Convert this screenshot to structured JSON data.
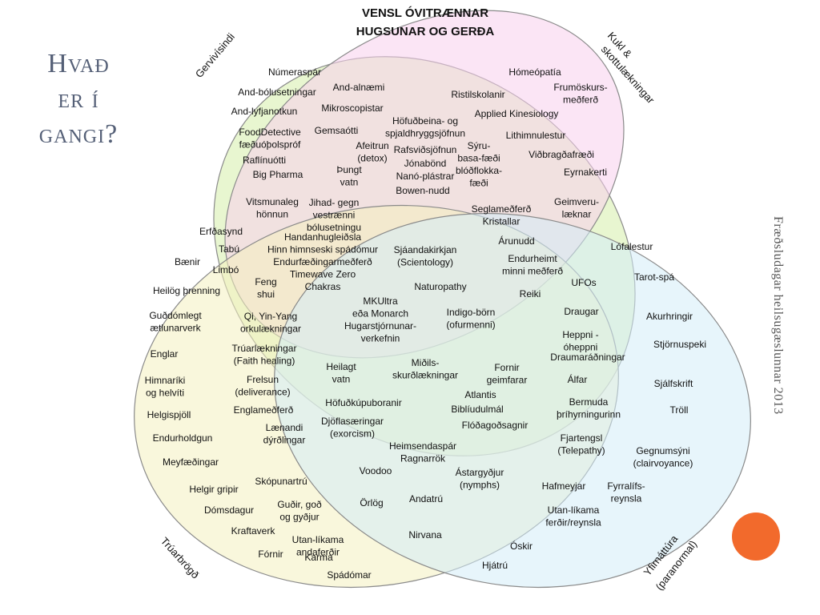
{
  "slide_title_lines": [
    "Hvað",
    "er í",
    "gangi?"
  ],
  "vertical_footer": "Fræðsludagar heilsugæslunnar 2013",
  "diagram_title_lines": [
    "VENSL ÓVITRÆNNAR",
    "HUGSUNAR OG GERÐA"
  ],
  "set_labels": {
    "gervivisindi": "Gervivísindi",
    "kukl_line1": "Kukl &",
    "kukl_line2": "skottulækningar",
    "truarbrogd": "Trúarbrögð",
    "yfirnattura_line1": "Yfirnáttúra",
    "yfirnattura_line2": "(paranormal)"
  },
  "items": [
    {
      "lines": [
        "Númeraspár"
      ]
    },
    {
      "lines": [
        "And-bólusetningar"
      ]
    },
    {
      "lines": [
        "And-alnæmi"
      ]
    },
    {
      "lines": [
        "Mikroscopistar"
      ]
    },
    {
      "lines": [
        "And-lyfjanotkun"
      ]
    },
    {
      "lines": [
        "FoodDetective",
        "fæðuóþolspróf"
      ]
    },
    {
      "lines": [
        "Gemsaótti"
      ]
    },
    {
      "lines": [
        "Raflínuótti"
      ]
    },
    {
      "lines": [
        "Big Pharma"
      ]
    },
    {
      "lines": [
        "Afeitrun",
        "(detox)"
      ]
    },
    {
      "lines": [
        "Þungt",
        "vatn"
      ]
    },
    {
      "lines": [
        "Höfuðbeina- og",
        "spjaldhryggsjöfnun"
      ]
    },
    {
      "lines": [
        "Rafsviðsjöfnun"
      ]
    },
    {
      "lines": [
        "Jónabönd"
      ]
    },
    {
      "lines": [
        "Nanó-plástrar"
      ]
    },
    {
      "lines": [
        "Bowen-nudd"
      ]
    },
    {
      "lines": [
        "Sýru-",
        "basa-fæði",
        "blóðflokka-",
        "fæði"
      ]
    },
    {
      "lines": [
        "Hómeópatía"
      ]
    },
    {
      "lines": [
        "Ristilskolanir"
      ]
    },
    {
      "lines": [
        "Frumöskurs-",
        "meðferð"
      ]
    },
    {
      "lines": [
        "Applied Kinesiology"
      ]
    },
    {
      "lines": [
        "Lithimnulestur"
      ]
    },
    {
      "lines": [
        "Viðbragðafræði"
      ]
    },
    {
      "lines": [
        "Eyrnakerti"
      ]
    },
    {
      "lines": [
        "Geimveru-",
        "læknar"
      ]
    },
    {
      "lines": [
        "Seglameðferð",
        "Kristallar"
      ]
    },
    {
      "lines": [
        "Vitsmunaleg",
        "hönnun"
      ]
    },
    {
      "lines": [
        "Jihad- gegn",
        "vestrænni",
        "bólusetningu"
      ]
    },
    {
      "lines": [
        "Handanhugleiðsla",
        "Hinn himnseski spádómur",
        "Endurfæðingarmeðferð",
        "Timewave Zero",
        "Chakras"
      ]
    },
    {
      "lines": [
        "Sjáandakirkjan",
        "(Scientology)"
      ]
    },
    {
      "lines": [
        "Árunudd"
      ]
    },
    {
      "lines": [
        "Endurheimt",
        "minni meðferð"
      ]
    },
    {
      "lines": [
        "Naturopathy"
      ]
    },
    {
      "lines": [
        "Reiki"
      ]
    },
    {
      "lines": [
        "UFOs"
      ]
    },
    {
      "lines": [
        "MKUltra",
        "eða Monarch",
        "Hugarstjórnunar-",
        "verkefnin"
      ]
    },
    {
      "lines": [
        "Indigo-börn",
        "(ofurmenni)"
      ]
    },
    {
      "lines": [
        "Miðils-",
        "skurðlækningar"
      ]
    },
    {
      "lines": [
        "Erfðasynd"
      ]
    },
    {
      "lines": [
        "Tabú"
      ]
    },
    {
      "lines": [
        "Bænir"
      ]
    },
    {
      "lines": [
        "Limbó"
      ]
    },
    {
      "lines": [
        "Heilög þrenning"
      ]
    },
    {
      "lines": [
        "Feng",
        "shui"
      ]
    },
    {
      "lines": [
        "Guðdómlegt",
        "ætlunarverk"
      ]
    },
    {
      "lines": [
        "Qi, Yin-Yang",
        "orkulækningar"
      ]
    },
    {
      "lines": [
        "Englar"
      ]
    },
    {
      "lines": [
        "Trúarlækningar",
        "(Faith healing)"
      ]
    },
    {
      "lines": [
        "Himnaríki",
        "og helvíti"
      ]
    },
    {
      "lines": [
        "Frelsun",
        "(deliverance)"
      ]
    },
    {
      "lines": [
        "Helgispjöll"
      ]
    },
    {
      "lines": [
        "Englameðferð"
      ]
    },
    {
      "lines": [
        "Endurholdgun"
      ]
    },
    {
      "lines": [
        "Lænandi",
        "dýrðlingar"
      ]
    },
    {
      "lines": [
        "Meyfæðingar"
      ]
    },
    {
      "lines": [
        "Heilagt",
        "vatn"
      ]
    },
    {
      "lines": [
        "Höfuðkúpuboranir"
      ]
    },
    {
      "lines": [
        "Djöflasæringar",
        "(exorcism)"
      ]
    },
    {
      "lines": [
        "Fornir",
        "geimfarar"
      ]
    },
    {
      "lines": [
        "Atlantis"
      ]
    },
    {
      "lines": [
        "Biblíudulmál"
      ]
    },
    {
      "lines": [
        "Flóðagoðsagnir"
      ]
    },
    {
      "lines": [
        "Lófalestur"
      ]
    },
    {
      "lines": [
        "Tarot-spá"
      ]
    },
    {
      "lines": [
        "Akurhringir"
      ]
    },
    {
      "lines": [
        "Draugar"
      ]
    },
    {
      "lines": [
        "Stjörnuspeki"
      ]
    },
    {
      "lines": [
        "Heppni -",
        "óheppni"
      ]
    },
    {
      "lines": [
        "Draumaráðningar"
      ]
    },
    {
      "lines": [
        "Sjálfskrift"
      ]
    },
    {
      "lines": [
        "Álfar"
      ]
    },
    {
      "lines": [
        "Bermuda",
        "þríhyrningurinn"
      ]
    },
    {
      "lines": [
        "Tröll"
      ]
    },
    {
      "lines": [
        "Fjartengsl",
        "(Telepathy)"
      ]
    },
    {
      "lines": [
        "Gegnumsýni",
        "(clairvoyance)"
      ]
    },
    {
      "lines": [
        "Heimsendaspár",
        "Ragnarrök"
      ]
    },
    {
      "lines": [
        "Voodoo"
      ]
    },
    {
      "lines": [
        "Ástargyðjur",
        "(nymphs)"
      ]
    },
    {
      "lines": [
        "Hafmeyjar"
      ]
    },
    {
      "lines": [
        "Fyrralífs-",
        "reynsla"
      ]
    },
    {
      "lines": [
        "Skópunartrú"
      ]
    },
    {
      "lines": [
        "Helgir gripir"
      ]
    },
    {
      "lines": [
        "Guðir, goð",
        "og gyðjur"
      ]
    },
    {
      "lines": [
        "Örlög"
      ]
    },
    {
      "lines": [
        "Andatrú"
      ]
    },
    {
      "lines": [
        "Dómsdagur"
      ]
    },
    {
      "lines": [
        "Utan-líkama",
        "ferðir/reynsla"
      ]
    },
    {
      "lines": [
        "Kraftaverk"
      ]
    },
    {
      "lines": [
        "Nirvana"
      ]
    },
    {
      "lines": [
        "Utan-líkama",
        "andaferðir"
      ]
    },
    {
      "lines": [
        "Fórnir"
      ]
    },
    {
      "lines": [
        "Karma"
      ]
    },
    {
      "lines": [
        "Óskir"
      ]
    },
    {
      "lines": [
        "Spádómar"
      ]
    },
    {
      "lines": [
        "Hjátrú"
      ]
    }
  ],
  "colors": {
    "green_fill": "#d8f0b0",
    "pink_fill": "#f8d0ec",
    "yellow_fill": "#f4f0c0",
    "blue_fill": "#d4ecf8",
    "outline": "#8a8a8a",
    "stripe_outer": "#f4b9a0",
    "stripe_inner": "#f9d5c6",
    "accent_dot": "#f26a2c",
    "title_text": "#556077"
  }
}
